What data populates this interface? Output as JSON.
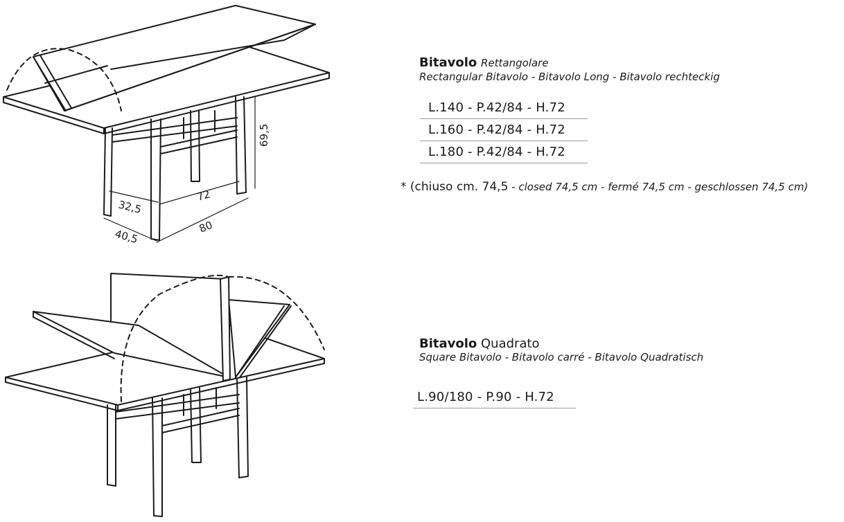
{
  "rectangular": {
    "name": "Bitavolo",
    "subtitle_it": "Rettangolare",
    "label_en": "Rectangular",
    "variants": "Bitavolo - Bitavolo Long - Bitavolo rechteckig",
    "sizes": [
      "L.140 - P.42/84 - H.72",
      "L.160 - P.42/84 - H.72",
      "L.180 - P.42/84 - H.72"
    ],
    "note_main": "* (chiuso cm. 74,5",
    "note_italic": " - closed 74,5 cm - fermé 74,5 cm - geschlossen 74,5 cm)",
    "dimensions": {
      "height": "69,5",
      "inner_width": "72",
      "inner_depth": "32,5",
      "outer_width": "80",
      "outer_depth": "40,5"
    }
  },
  "square": {
    "name": "Bitavolo",
    "subtitle_it": "Quadrato",
    "variants": "Square Bitavolo - Bitavolo carré - Bitavolo Quadratisch",
    "sizes": [
      "L.90/180 - P.90 - H.72"
    ]
  }
}
